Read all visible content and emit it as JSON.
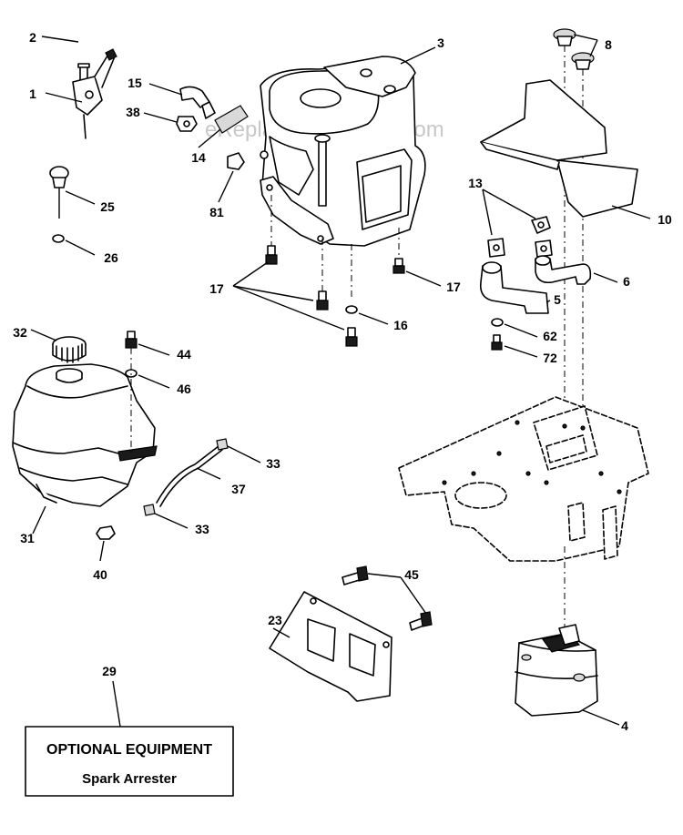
{
  "watermark": "eReplacementParts.com",
  "optional_box": {
    "title": "OPTIONAL EQUIPMENT",
    "item": "Spark Arrester"
  },
  "callouts": [
    "1",
    "2",
    "3",
    "4",
    "5",
    "6",
    "8",
    "10",
    "13",
    "14",
    "15",
    "16",
    "17",
    "17",
    "23",
    "25",
    "26",
    "29",
    "31",
    "32",
    "33",
    "33",
    "37",
    "38",
    "40",
    "44",
    "45",
    "46",
    "62",
    "72",
    "81"
  ]
}
